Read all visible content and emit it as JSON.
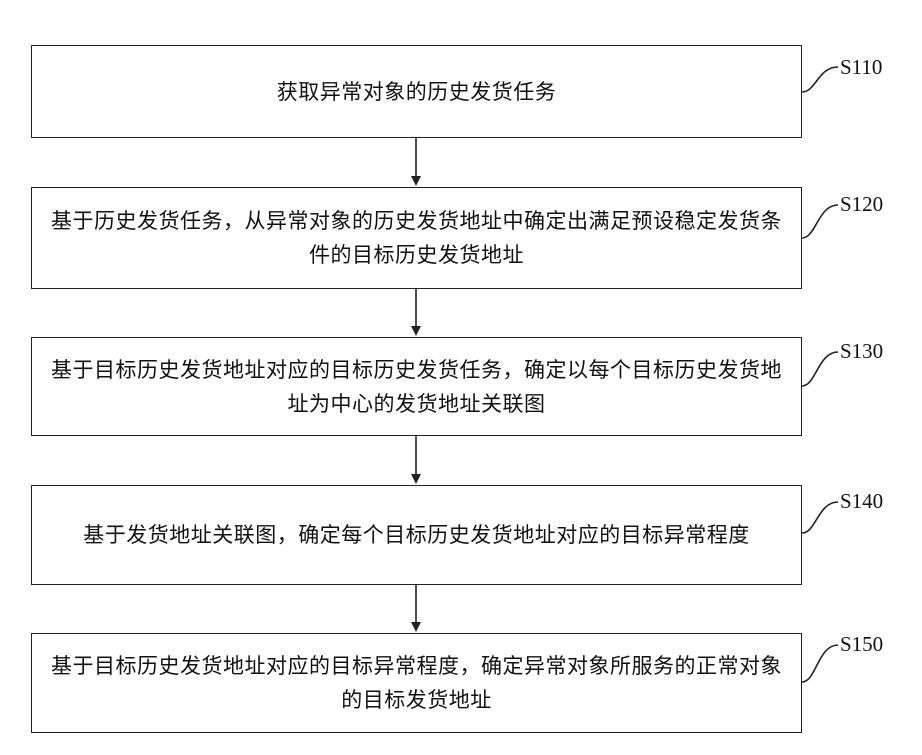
{
  "steps": [
    {
      "label": "S110",
      "text": "获取异常对象的历史发货任务"
    },
    {
      "label": "S120",
      "text": "基于历史发货任务，从异常对象的历史发货地址中确定出满足预设稳定发货条件的目标历史发货地址"
    },
    {
      "label": "S130",
      "text": "基于目标历史发货地址对应的目标历史发货任务，确定以每个目标历史发货地址为中心的发货地址关联图"
    },
    {
      "label": "S140",
      "text": "基于发货地址关联图，确定每个目标历史发货地址对应的目标异常程度"
    },
    {
      "label": "S150",
      "text": "基于目标历史发货地址对应的目标异常程度，确定异常对象所服务的正常对象的目标发货地址"
    }
  ]
}
